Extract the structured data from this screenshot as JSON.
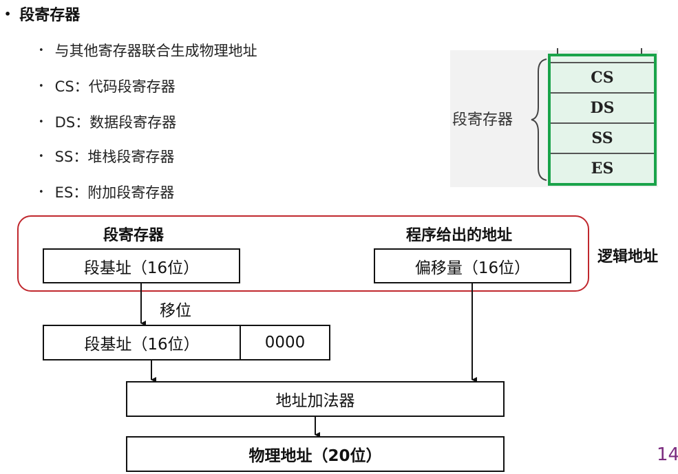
{
  "heading": "段寄存器",
  "bullets": [
    "与其他寄存器联合生成物理地址",
    "CS：代码段寄存器",
    "DS：数据段寄存器",
    "SS：堆栈段寄存器",
    "ES：附加段寄存器"
  ],
  "figure": {
    "label": "段寄存器",
    "registers": [
      "CS",
      "DS",
      "SS",
      "ES"
    ]
  },
  "diagram": {
    "segment_label": "段寄存器",
    "program_label": "程序给出的地址",
    "logical_label": "逻辑地址",
    "segment_base": "段基址（16位）",
    "offset": "偏移量（16位）",
    "shift_label": "移位",
    "shifted_base": "段基址（16位）",
    "zeros": "0000",
    "adder": "地址加法器",
    "physical": "物理地址（20位）"
  },
  "page_number": "14",
  "colors": {
    "frame_red": "#c0272d",
    "register_green": "#1aa34a",
    "page_number_purple": "#7b2c7f"
  }
}
